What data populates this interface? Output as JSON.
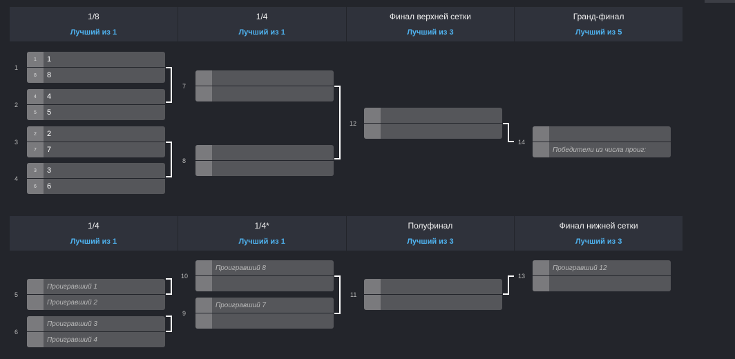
{
  "upper": {
    "rounds": [
      {
        "title": "1/8",
        "bo": "Лучший из 1"
      },
      {
        "title": "1/4",
        "bo": "Лучший из 1"
      },
      {
        "title": "Финал верхней сетки",
        "bo": "Лучший из 3"
      },
      {
        "title": "Гранд-финал",
        "bo": "Лучший из 5"
      }
    ],
    "matches": [
      {
        "num": "1",
        "slots": [
          {
            "seed": "1",
            "name": "1"
          },
          {
            "seed": "8",
            "name": "8"
          }
        ]
      },
      {
        "num": "2",
        "slots": [
          {
            "seed": "4",
            "name": "4"
          },
          {
            "seed": "5",
            "name": "5"
          }
        ]
      },
      {
        "num": "3",
        "slots": [
          {
            "seed": "2",
            "name": "2"
          },
          {
            "seed": "7",
            "name": "7"
          }
        ]
      },
      {
        "num": "4",
        "slots": [
          {
            "seed": "3",
            "name": "3"
          },
          {
            "seed": "6",
            "name": "6"
          }
        ]
      },
      {
        "num": "7",
        "slots": [
          {
            "seed": "",
            "name": ""
          },
          {
            "seed": "",
            "name": ""
          }
        ]
      },
      {
        "num": "8",
        "slots": [
          {
            "seed": "",
            "name": ""
          },
          {
            "seed": "",
            "name": ""
          }
        ]
      },
      {
        "num": "12",
        "slots": [
          {
            "seed": "",
            "name": ""
          },
          {
            "seed": "",
            "name": ""
          }
        ]
      },
      {
        "num": "14",
        "slots": [
          {
            "seed": "",
            "name": ""
          },
          {
            "seed": "",
            "name": "Победители из числа проиг:"
          }
        ]
      }
    ]
  },
  "lower": {
    "rounds": [
      {
        "title": "1/4",
        "bo": "Лучший из 1"
      },
      {
        "title": "1/4*",
        "bo": "Лучший из 1"
      },
      {
        "title": "Полуфинал",
        "bo": "Лучший из 3"
      },
      {
        "title": "Финал нижней сетки",
        "bo": "Лучший из 3"
      }
    ],
    "matches": [
      {
        "num": "5",
        "slots": [
          {
            "seed": "",
            "name": "Проигравший 1"
          },
          {
            "seed": "",
            "name": "Проигравший 2"
          }
        ]
      },
      {
        "num": "6",
        "slots": [
          {
            "seed": "",
            "name": "Проигравший 3"
          },
          {
            "seed": "",
            "name": "Проигравший 4"
          }
        ]
      },
      {
        "num": "10",
        "slots": [
          {
            "seed": "",
            "name": "Проигравший 8"
          },
          {
            "seed": "",
            "name": ""
          }
        ]
      },
      {
        "num": "9",
        "slots": [
          {
            "seed": "",
            "name": "Проигравший 7"
          },
          {
            "seed": "",
            "name": ""
          }
        ]
      },
      {
        "num": "11",
        "slots": [
          {
            "seed": "",
            "name": ""
          },
          {
            "seed": "",
            "name": ""
          }
        ]
      },
      {
        "num": "13",
        "slots": [
          {
            "seed": "",
            "name": "Проигравший 12"
          },
          {
            "seed": "",
            "name": ""
          }
        ]
      }
    ]
  }
}
